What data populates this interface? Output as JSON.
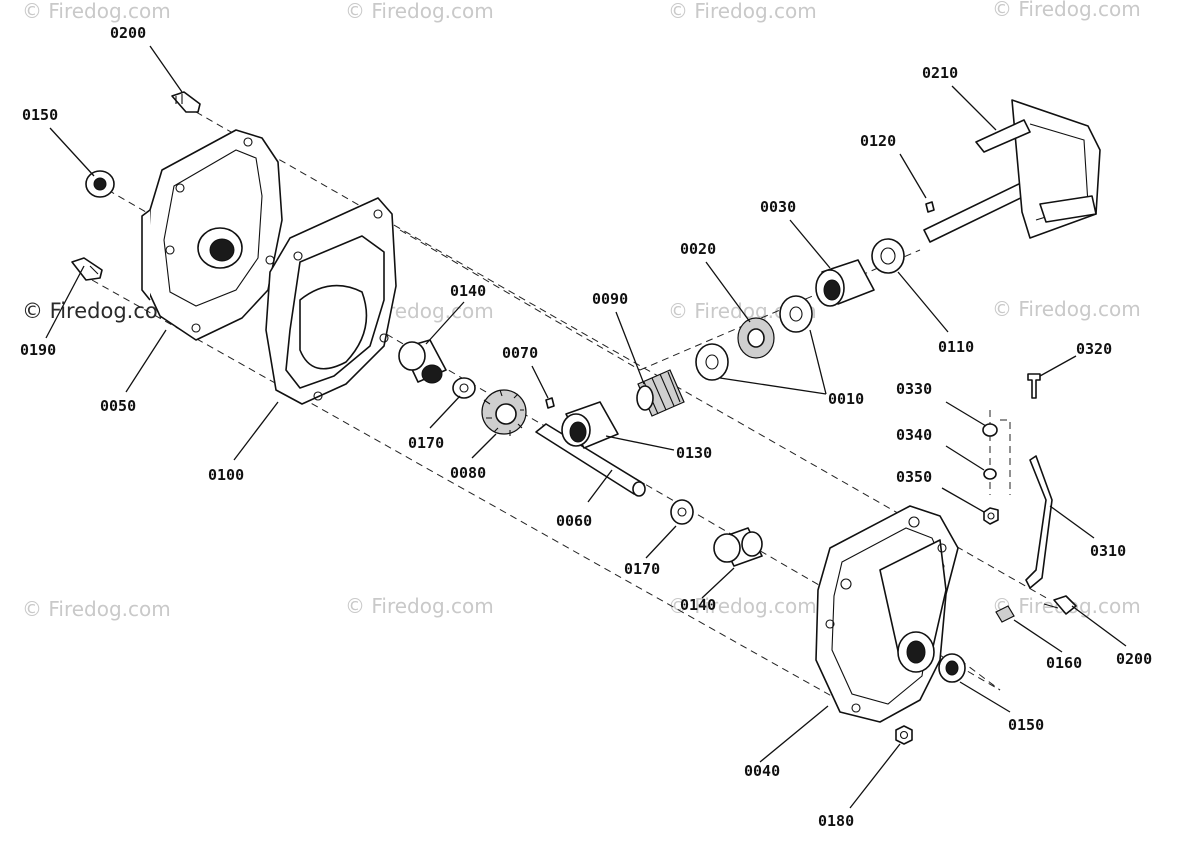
{
  "watermark": "© Firedog.com",
  "watermark_strong": "© Firedog.com",
  "parts": [
    {
      "id": "p0200a",
      "label": "0200"
    },
    {
      "id": "p0150a",
      "label": "0150"
    },
    {
      "id": "p0190",
      "label": "0190"
    },
    {
      "id": "p0050",
      "label": "0050"
    },
    {
      "id": "p0100",
      "label": "0100"
    },
    {
      "id": "p0140a",
      "label": "0140"
    },
    {
      "id": "p0170a",
      "label": "0170"
    },
    {
      "id": "p0070",
      "label": "0070"
    },
    {
      "id": "p0080",
      "label": "0080"
    },
    {
      "id": "p0090",
      "label": "0090"
    },
    {
      "id": "p0060",
      "label": "0060"
    },
    {
      "id": "p0130",
      "label": "0130"
    },
    {
      "id": "p0020",
      "label": "0020"
    },
    {
      "id": "p0030",
      "label": "0030"
    },
    {
      "id": "p0010",
      "label": "0010"
    },
    {
      "id": "p0110",
      "label": "0110"
    },
    {
      "id": "p0120",
      "label": "0120"
    },
    {
      "id": "p0210",
      "label": "0210"
    },
    {
      "id": "p0320",
      "label": "0320"
    },
    {
      "id": "p0330",
      "label": "0330"
    },
    {
      "id": "p0340",
      "label": "0340"
    },
    {
      "id": "p0350",
      "label": "0350"
    },
    {
      "id": "p0310",
      "label": "0310"
    },
    {
      "id": "p0170b",
      "label": "0170"
    },
    {
      "id": "p0140b",
      "label": "0140"
    },
    {
      "id": "p0160",
      "label": "0160"
    },
    {
      "id": "p0200b",
      "label": "0200"
    },
    {
      "id": "p0150b",
      "label": "0150"
    },
    {
      "id": "p0040",
      "label": "0040"
    },
    {
      "id": "p0180",
      "label": "0180"
    }
  ]
}
